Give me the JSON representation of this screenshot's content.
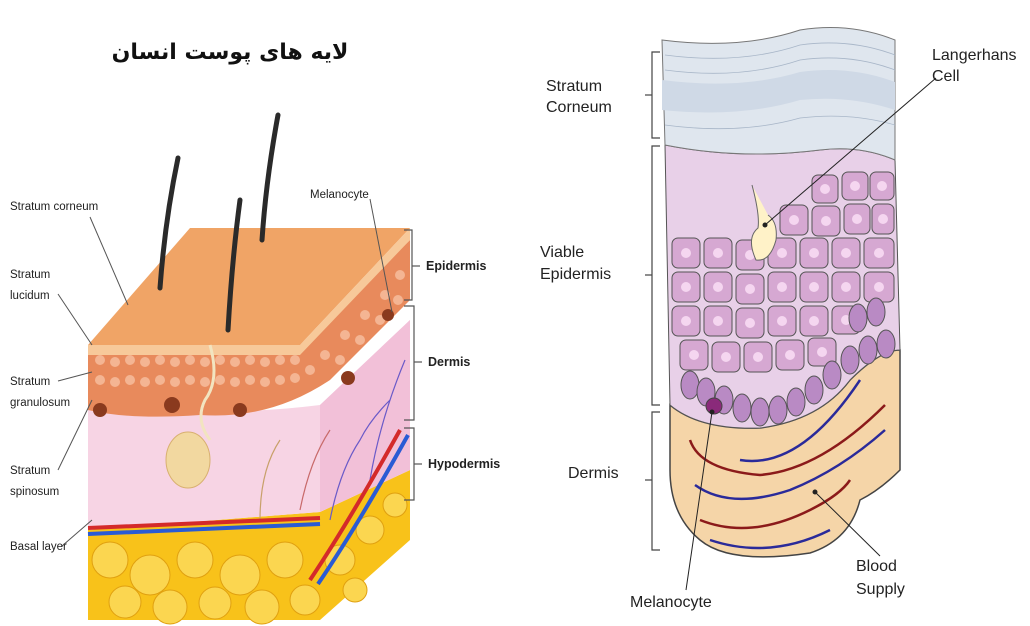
{
  "left_figure": {
    "title": "لایه های پوست انسان",
    "labels": {
      "stratum_corneum": "Stratum corneum",
      "stratum_lucidum": [
        "Stratum",
        "lucidum"
      ],
      "stratum_granulosum": [
        "Stratum",
        "granulosum"
      ],
      "stratum_spinosum": [
        "Stratum",
        "spinosum"
      ],
      "basal_layer": "Basal layer",
      "melanocyte": "Melanocyte"
    },
    "brackets": {
      "epidermis": "Epidermis",
      "dermis": "Dermis",
      "hypodermis": "Hypodermis"
    }
  },
  "right_figure": {
    "labels": {
      "stratum_corneum": [
        "Stratum",
        "Corneum"
      ],
      "viable_epidermis": [
        "Viable",
        "Epidermis"
      ],
      "dermis": "Dermis",
      "langerhans": [
        "Langerhans",
        "Cell"
      ],
      "melanocyte": "Melanocyte",
      "blood_supply": [
        "Blood",
        "Supply"
      ]
    }
  },
  "colors": {
    "epidermis_top": "#f0a466",
    "epidermis_front": "#e88a5c",
    "dermis_pink": "#f7d4e4",
    "fat_yellow": "#f8c21a",
    "artery_red": "#d42a2a",
    "vein_blue": "#2a5bd4",
    "cell_purple": "#c9a0c9",
    "dermis_tan": "#f5d5a8",
    "corneum_blue": "#c9d6e3"
  }
}
